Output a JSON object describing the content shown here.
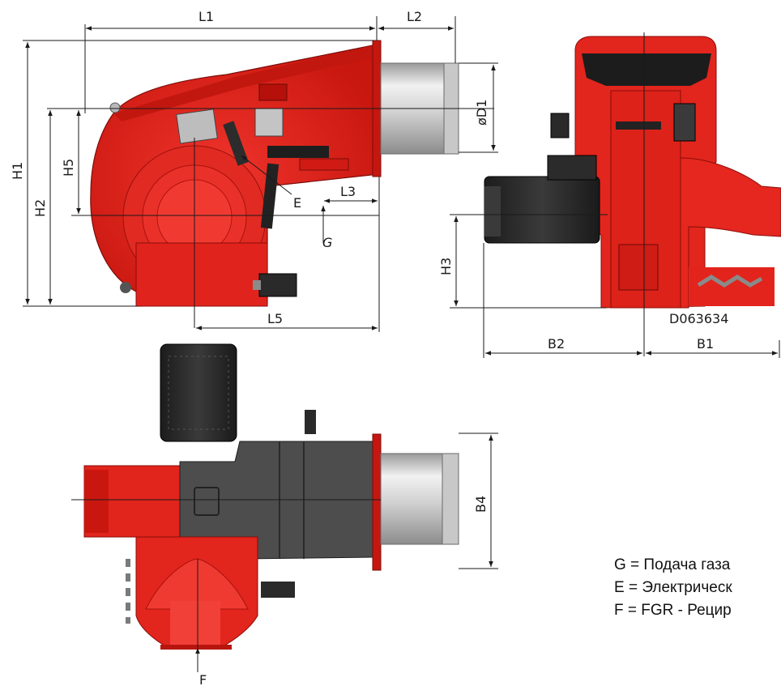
{
  "drawing_code": "D063634",
  "dimensions": {
    "L1": "L1",
    "L2": "L2",
    "L3": "L3",
    "L5": "L5",
    "D1": "øD1",
    "H1": "H1",
    "H2": "H2",
    "H3": "H3",
    "H5": "H5",
    "B1": "B1",
    "B2": "B2",
    "B4": "B4"
  },
  "callouts": {
    "E": "E",
    "G": "G",
    "F": "F"
  },
  "legend": [
    "G = Подача газа",
    "E = Электрическ",
    "F = FGR - Рецир"
  ],
  "colors": {
    "body_red": "#e3221c",
    "dark_red": "#b8150f",
    "motor_black": "#2a2a2a",
    "plate_gray": "#505050",
    "tube_silver": "#d6d6d6"
  }
}
